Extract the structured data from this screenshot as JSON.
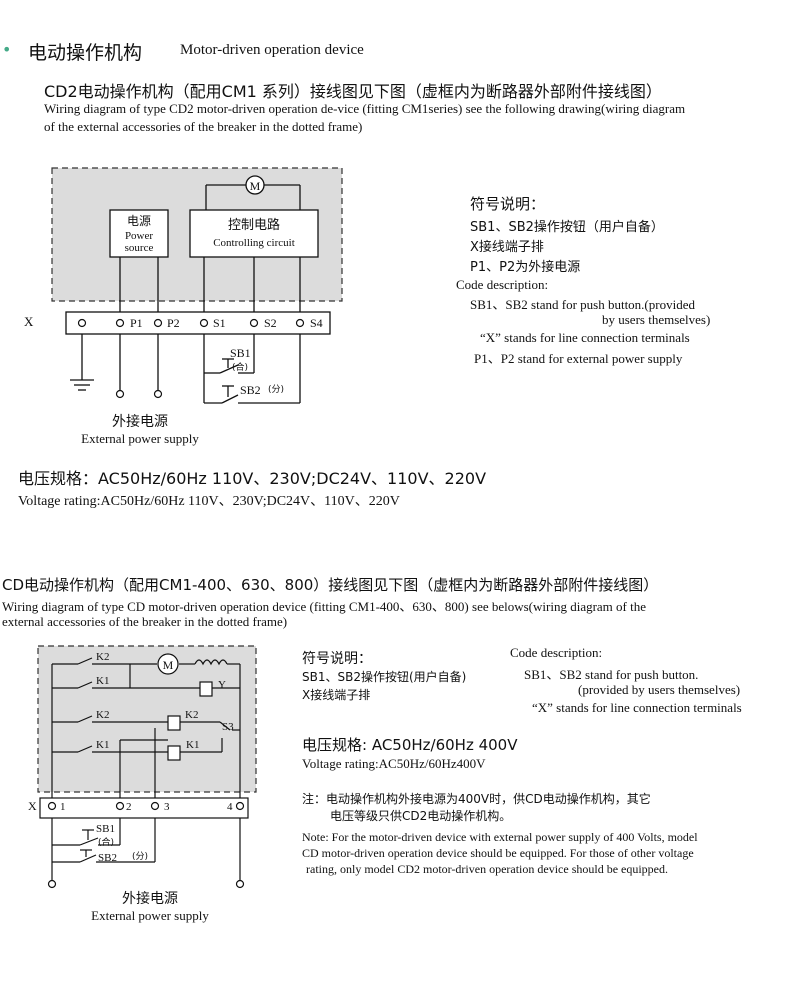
{
  "header": {
    "bullet": "•",
    "title_cn": "电动操作机构",
    "title_en": "Motor-driven operation device"
  },
  "section1": {
    "heading_cn": "CD2电动操作机构（配用CM1 系列）接线图见下图（虚框内为断路器外部附件接线图）",
    "heading_en_1": "Wiring diagram of type CD2 motor-driven operation de-vice (fitting CM1series) see the following drawing(wiring diagram",
    "heading_en_2": "of the external accessories of the breaker in the dotted frame)",
    "diagram": {
      "motor": "M",
      "power_cn": "电源",
      "power_en_1": "Power",
      "power_en_2": "source",
      "ctrl_cn": "控制电路",
      "ctrl_en": "Controlling circuit",
      "x_label": "X",
      "terminals": [
        "P1",
        "P2",
        "S1",
        "S2",
        "S4"
      ],
      "sb1": "SB1",
      "sb1_sub": "(合)",
      "sb2": "SB2",
      "sb2_sub": "(分)",
      "ext_cn": "外接电源",
      "ext_en": "External power supply"
    },
    "legend": {
      "title_cn": "符号说明：",
      "line1_cn": "SB1、SB2操作按钮（用户自备）",
      "line2_cn": "X接线端子排",
      "line3_cn": "P1、P2为外接电源",
      "title_en": "Code description:",
      "line1_en": "SB1、SB2 stand for push button.(provided",
      "line1b_en": "by users themselves)",
      "line2_en": "“X”   stands for line connection terminals",
      "line3_en": "P1、P2 stand for external power supply"
    },
    "voltage_cn": "电压规格：AC50Hz/60Hz 110V、230V;DC24V、110V、220V",
    "voltage_en": "Voltage rating:AC50Hz/60Hz 110V、230V;DC24V、110V、220V"
  },
  "section2": {
    "heading_cn": "CD电动操作机构（配用CM1-400、630、800）接线图见下图（虚框内为断路器外部附件接线图）",
    "heading_en_1": "Wiring diagram of type CD motor-driven operation device (fitting CM1-400、630、800) see belows(wiring diagram of the",
    "heading_en_2": "external accessories of the breaker in the dotted frame)",
    "diagram": {
      "k2": "K2",
      "k1": "K1",
      "motor": "M",
      "y": "Y",
      "s3": "S3",
      "x_label": "X",
      "terminals": [
        "1",
        "2",
        "3",
        "4"
      ],
      "sb1": "SB1",
      "sb1_sub": "(合)",
      "sb2": "SB2",
      "sb2_sub": "(分)",
      "ext_cn": "外接电源",
      "ext_en": "External power supply"
    },
    "legend": {
      "title_cn": "符号说明：",
      "line1_cn": "SB1、SB2操作按钮(用户自备)",
      "line2_cn": "X接线端子排",
      "title_en": "Code description:",
      "line1_en": "SB1、SB2 stand for push button.",
      "line1b_en": "(provided by users themselves)",
      "line2_en": "“X”   stands for line connection terminals"
    },
    "voltage_cn": "电压规格:  AC50Hz/60Hz 400V",
    "voltage_en": "Voltage rating:AC50Hz/60Hz400V",
    "note_cn_1": "注：电动操作机构外接电源为400V时，供CD电动操作机构，其它",
    "note_cn_2": "电压等级只供CD2电动操作机构。",
    "note_en_1": "Note: For the motor-driven device with external power supply of 400 Volts, model",
    "note_en_2": "CD motor-driven operation device should be equipped. For those of other voltage",
    "note_en_3": "rating, only model CD2 motor-driven operation device should be equipped."
  }
}
